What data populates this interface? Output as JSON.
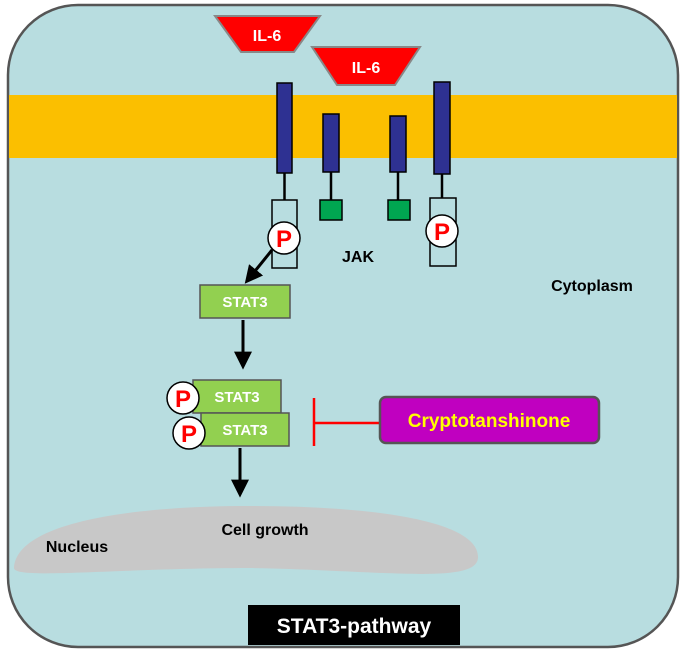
{
  "diagram": {
    "ligands": [
      "IL-6",
      "IL-6"
    ],
    "phospho_label": "P",
    "jak_label": "JAK",
    "cytoplasm_label": "Cytoplasm",
    "stat3_label": "STAT3",
    "inhibitor_label": "Cryptotanshinone",
    "nucleus_label": "Nucleus",
    "cell_growth_label": "Cell growth",
    "pathway_title": "STAT3-pathway"
  },
  "colors": {
    "cell_fill": "#b8dde0",
    "membrane": "#fbbf00",
    "ligand": "#ff0000",
    "receptor": "#2e3192",
    "jak": "#00a651",
    "stat3": "#92d050",
    "phospho_text": "#ff0000",
    "inhibitor_fill": "#c000c0",
    "inhibitor_text": "#ffff00",
    "nucleus": "#c8c8c8",
    "title_bg": "#000000"
  }
}
